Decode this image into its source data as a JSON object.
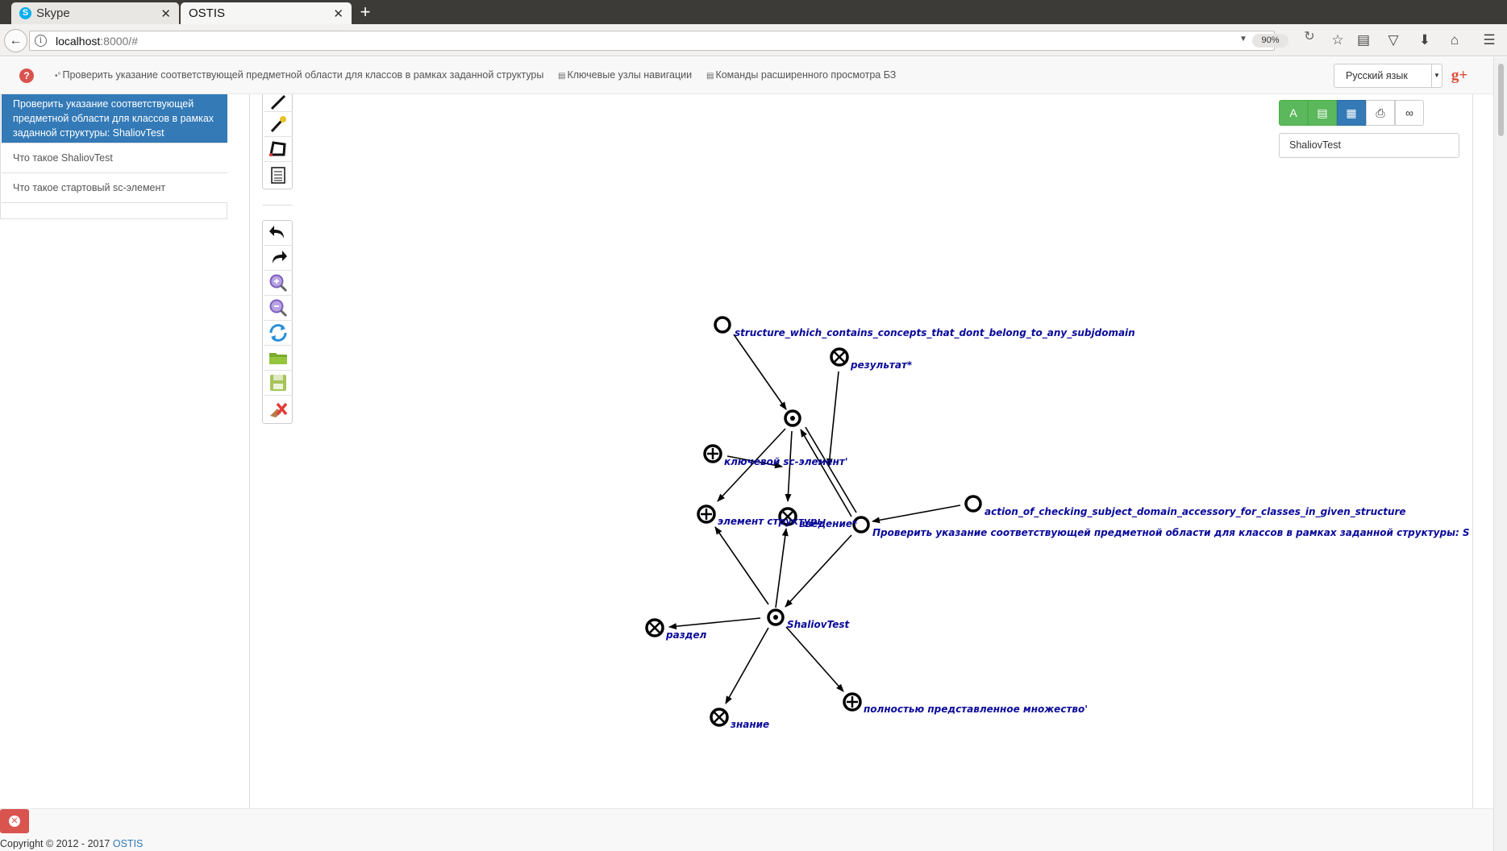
{
  "browser": {
    "tabs": [
      {
        "title": "Skype",
        "active": false
      },
      {
        "title": "OSTIS",
        "active": true
      }
    ],
    "url_host": "localhost",
    "url_rest": ":8000/#",
    "zoom": "90%"
  },
  "appbar": {
    "help_label": "?",
    "menu_items": [
      {
        "label": "Проверить указание соответствующей предметной области для классов в рамках заданной структуры",
        "glyph": "share-nodes-icon"
      },
      {
        "label": "Ключевые узлы навигации",
        "glyph": "list-icon"
      },
      {
        "label": "Команды расширенного просмотра БЗ",
        "glyph": "list-icon"
      }
    ],
    "language": "Русский язык",
    "gplus": "g+"
  },
  "history": [
    {
      "label": "Проверить указание соответствующей предметной области для классов в рамках заданной структуры: ShaliovTest",
      "active": true
    },
    {
      "label": "Что такое ShaliovTest",
      "active": false
    },
    {
      "label": "Что такое стартовый sc-элемент",
      "active": false
    }
  ],
  "view_toolbar": {
    "buttons": [
      "text-view-icon",
      "list-view-icon",
      "graph-view-icon",
      "print-icon",
      "link-icon"
    ],
    "text_view_glyph": "A",
    "identifier": "ShaliovTest"
  },
  "graph": {
    "labels": {
      "structure": "structure_which_contains_concepts_that_dont_belong_to_any_subjdomain",
      "result": "результат*",
      "key_element": "ключевой sc-элемент'",
      "action_checking": "action_of_checking_subject_domain_accessory_for_classes_in_given_structure",
      "struct_element": "элемент структуры",
      "introduction": "введение*",
      "check_action": "Проверить указание соответствующей предметной области для классов в рамках заданной структуры: ShaliovTest",
      "shaliov": "ShaliovTest",
      "section": "раздел",
      "knowledge": "знание",
      "full_set": "полностью представленное множество'"
    }
  },
  "footer": {
    "copyright": "Copyright © 2012 - 2017",
    "brand": "OSTIS"
  }
}
